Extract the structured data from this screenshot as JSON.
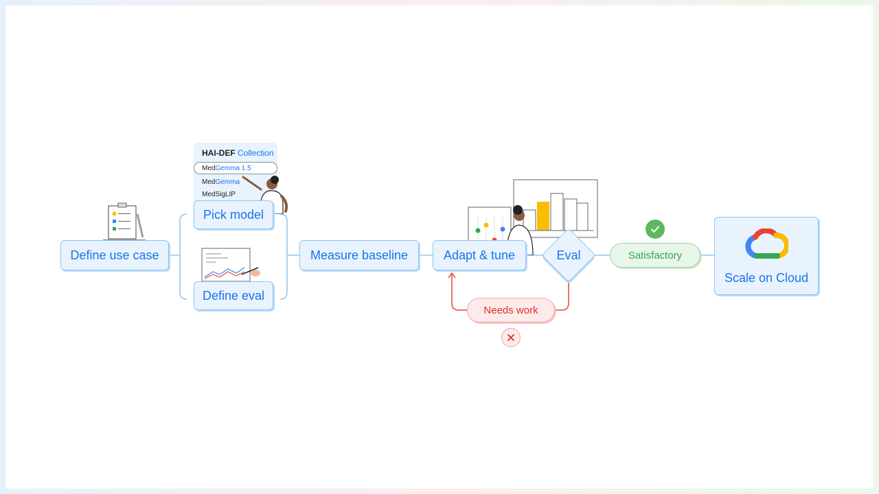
{
  "nodes": {
    "define_use_case": "Define use case",
    "pick_model": "Pick model",
    "define_eval": "Define eval",
    "measure_baseline": "Measure baseline",
    "adapt_tune": "Adapt & tune",
    "eval": "Eval",
    "satisfactory": "Satisfactory",
    "needs_work": "Needs work",
    "scale_on_cloud": "Scale on Cloud"
  },
  "model_card": {
    "title_main": "HAI-DEF",
    "title_accent": "Collection",
    "rows": [
      {
        "prefix": "Med",
        "accent": "Gemma 1.5"
      },
      {
        "prefix": "Med",
        "accent": "Gemma"
      },
      {
        "prefix": "MedSigLIP",
        "accent": ""
      }
    ]
  },
  "icons": {
    "success": "check-icon",
    "failure": "close-icon",
    "cloud": "google-cloud-logo"
  },
  "colors": {
    "node_fill": "#e8f3fe",
    "node_border": "#8ec5f3",
    "node_text": "#1a73e8",
    "success": "#34a853",
    "failure": "#d93025",
    "bar_accent": "#fbbc04"
  }
}
